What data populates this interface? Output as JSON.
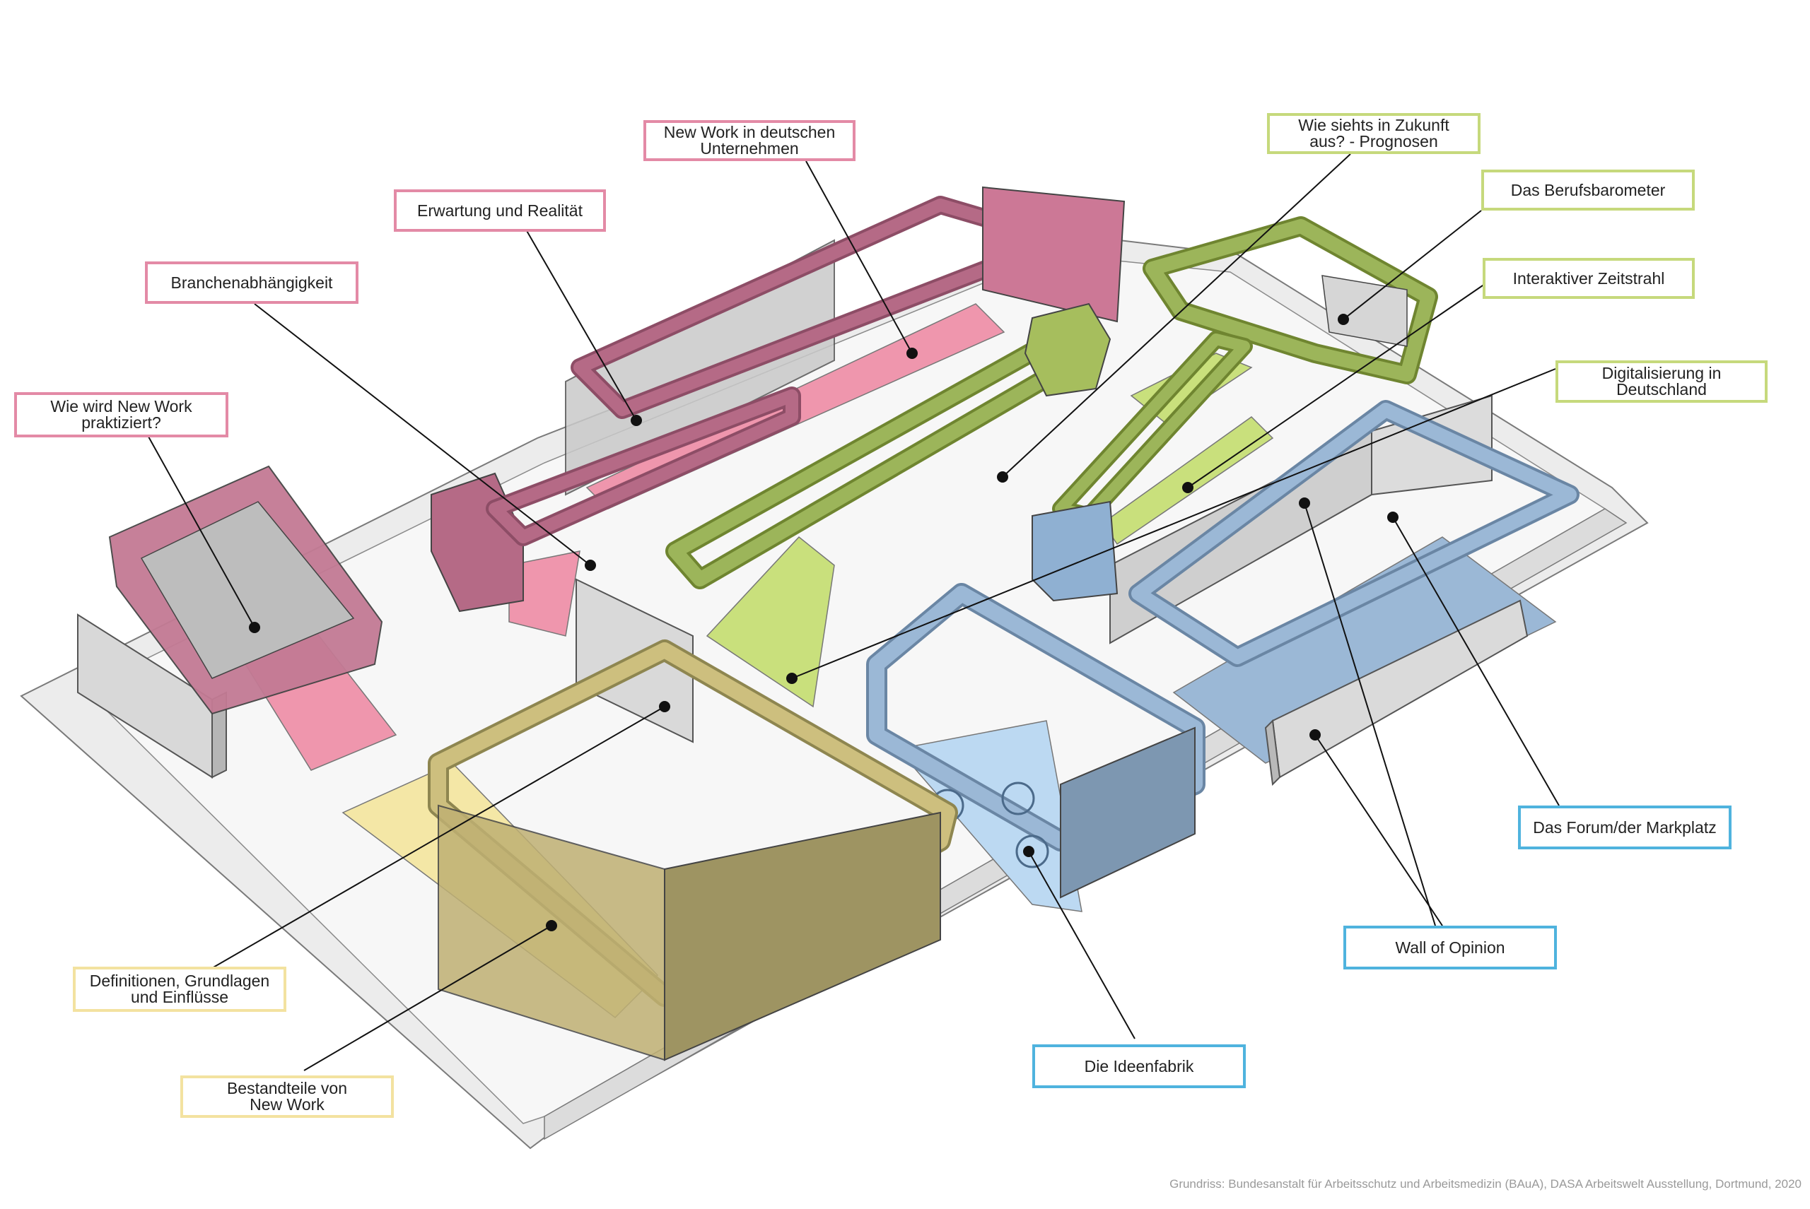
{
  "colors": {
    "pink_label": "#e38aa6",
    "green_label": "#c6d97c",
    "blue_label": "#4fb3de",
    "yellow_label": "#f3e2a0",
    "pink_wall": "#b56a86",
    "pink_floor": "#ef96ad",
    "green_wall": "#9cb55a",
    "green_floor": "#c9e07c",
    "blue_wall": "#8aa7c4",
    "blue_floor": "#9bb8d6",
    "blue_light_floor": "#bcd9f2",
    "yellow_wall": "#cdbf7e",
    "yellow_floor": "#f4e7a6"
  },
  "labels": {
    "new_work_unternehmen": "New Work in deutschen\nUnternehmen",
    "erwartung": "Erwartung und Realität",
    "branchen": "Branchenabhängigkeit",
    "wie_wird": "Wie wird New Work\npraktiziert?",
    "zukunft": "Wie siehts in Zukunft\naus? - Prognosen",
    "berufsbarometer": "Das Berufsbarometer",
    "zeitstrahl": "Interaktiver Zeitstrahl",
    "digitalisierung": "Digitalisierung in\nDeutschland",
    "forum": "Das Forum/der Markplatz",
    "wall_of_opinion": "Wall of Opinion",
    "ideenfabrik": "Die Ideenfabrik",
    "definitionen": "Definitionen, Grundlagen\nund Einflüsse",
    "bestandteile": "Bestandteile von\nNew Work"
  },
  "credit": "Grundriss: Bundesanstalt für Arbeitsschutz und Arbeitsmedizin (BAuA), DASA Arbeitswelt Ausstellung, Dortmund, 2020"
}
